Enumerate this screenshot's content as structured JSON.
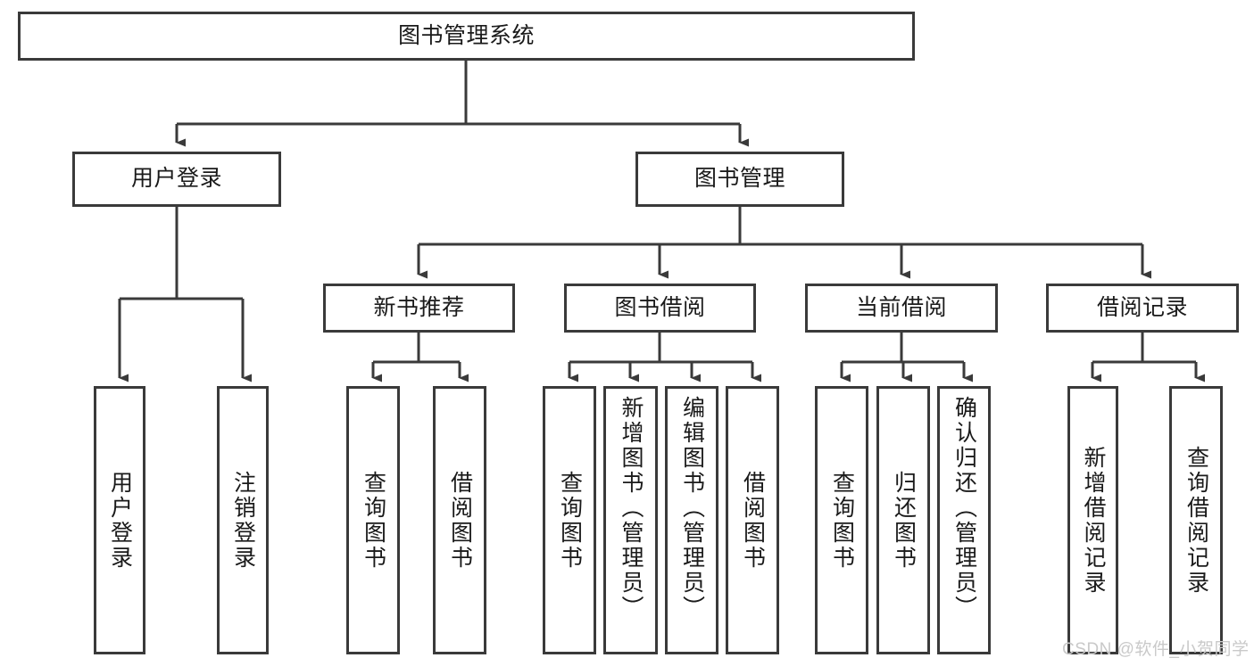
{
  "diagram": {
    "type": "hierarchy-tree",
    "title_node": {
      "label": "图书管理系统",
      "level": 0
    },
    "level1": [
      {
        "label": "用户登录"
      },
      {
        "label": "图书管理"
      }
    ],
    "level2": [
      {
        "label": "新书推荐"
      },
      {
        "label": "图书借阅"
      },
      {
        "label": "当前借阅"
      },
      {
        "label": "借阅记录"
      }
    ],
    "leaves": {
      "user_login": [
        {
          "label": "用户登录"
        },
        {
          "label": "注销登录"
        }
      ],
      "new_book_recommend": [
        {
          "label": "查询图书"
        },
        {
          "label": "借阅图书"
        }
      ],
      "book_borrow": [
        {
          "label": "查询图书"
        },
        {
          "label": "新增图书（管理员）"
        },
        {
          "label": "编辑图书（管理员）"
        },
        {
          "label": "借阅图书"
        }
      ],
      "current_borrow": [
        {
          "label": "查询图书"
        },
        {
          "label": "归还图书"
        },
        {
          "label": "确认归还（管理员）"
        }
      ],
      "borrow_record": [
        {
          "label": "新增借阅记录"
        },
        {
          "label": "查询借阅记录"
        }
      ]
    },
    "watermark": "CSDN @软件_小贺同学",
    "colors": {
      "border": "#3a3a3a",
      "background": "#ffffff",
      "text": "#1a1a1a",
      "watermark": "#c9c9c9"
    }
  }
}
